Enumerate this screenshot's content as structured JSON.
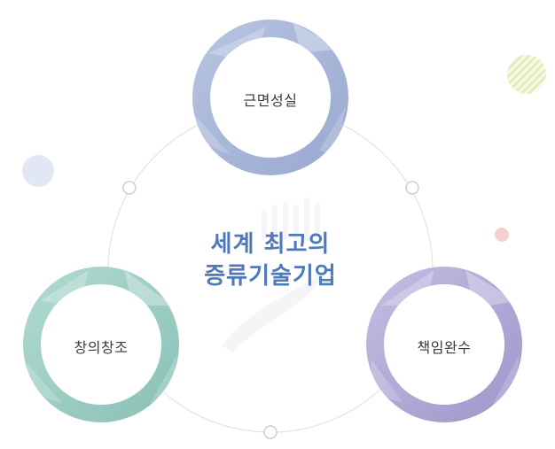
{
  "center": {
    "line1": "세계 최고의",
    "line2": "증류기술기업"
  },
  "nodes": {
    "top": {
      "label": "근면성실",
      "color": "#a6b2d3"
    },
    "left": {
      "label": "창의창조",
      "color": "#9fcec4"
    },
    "right": {
      "label": "책임완수",
      "color": "#aea8d4"
    }
  },
  "colors": {
    "center_text": "#4f79b8",
    "ring": "#e3e3e3",
    "decor_blue": "#e1e8f3",
    "decor_green": "#dde9a4",
    "decor_pink": "#f7cfd1"
  }
}
